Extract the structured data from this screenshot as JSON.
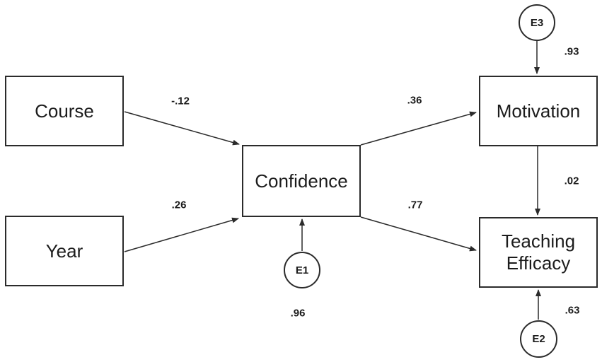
{
  "diagram": {
    "type": "path-model",
    "background_color": "#ffffff",
    "line_color": "#2b2b2b",
    "text_color": "#1c1c1c",
    "nodes": {
      "course": {
        "label": "Course",
        "shape": "rect"
      },
      "year": {
        "label": "Year",
        "shape": "rect"
      },
      "confidence": {
        "label": "Confidence",
        "shape": "rect"
      },
      "motivation": {
        "label": "Motivation",
        "shape": "rect"
      },
      "teaching_efficacy": {
        "label": "Teaching Efficacy",
        "shape": "rect"
      },
      "e1": {
        "label": "E1",
        "shape": "circle"
      },
      "e2": {
        "label": "E2",
        "shape": "circle"
      },
      "e3": {
        "label": "E3",
        "shape": "circle"
      }
    },
    "paths": {
      "course_to_confidence": "-.12",
      "year_to_confidence": ".26",
      "confidence_to_motivation": ".36",
      "confidence_to_teaching_efficacy": ".77",
      "e3_to_motivation": ".93",
      "motivation_to_teaching_efficacy": ".02",
      "e1_to_confidence": ".96",
      "e2_to_teaching_efficacy": ".63"
    }
  }
}
